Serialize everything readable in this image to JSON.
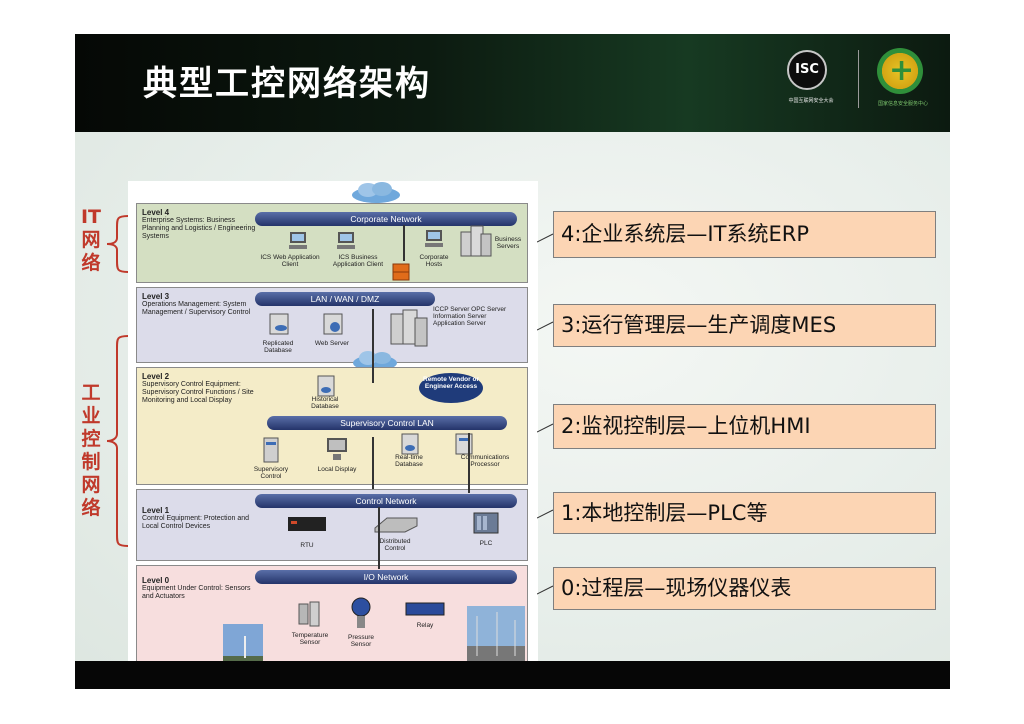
{
  "slide": {
    "title": "典型工控网络架构",
    "logos": [
      {
        "name": "ISC",
        "caption": "中国互联网安全大会"
      },
      {
        "name": "green-emblem",
        "caption": "国家信息安全服务中心"
      }
    ]
  },
  "side_labels": {
    "it": "IT网络",
    "ics": "工业控制网络"
  },
  "diagram": {
    "levels": [
      {
        "title": "Level 4",
        "description": "Enterprise Systems: Business Planning and Logistics / Engineering Systems",
        "network": "Corporate Network",
        "nodes": [
          "ICS Web Application Client",
          "ICS Business Application Client",
          "Corporate Hosts",
          "Business Servers"
        ]
      },
      {
        "title": "Level 3",
        "description": "Operations Management: System Management / Supervisory Control",
        "network": "LAN / WAN / DMZ",
        "nodes": [
          "Replicated Database",
          "Web Server",
          "ICCP Server OPC Server Information Server Application Server"
        ]
      },
      {
        "title": "Level 2",
        "description": "Supervisory Control Equipment: Supervisory Control Functions / Site Monitoring and Local Display",
        "network": "Supervisory Control LAN",
        "nodes": [
          "Historical Database",
          "Remote Vendor or Engineer Access",
          "Supervisory Control",
          "Local Display",
          "Real-time Database",
          "Communications Processor"
        ]
      },
      {
        "title": "Level 1",
        "description": "Control Equipment: Protection and Local Control Devices",
        "network": "Control Network",
        "nodes": [
          "RTU",
          "Distributed Control",
          "PLC"
        ]
      },
      {
        "title": "Level 0",
        "description": "Equipment Under Control: Sensors and Actuators",
        "network": "I/O Network",
        "nodes": [
          "Temperature Sensor",
          "Pressure Sensor",
          "Relay"
        ]
      }
    ]
  },
  "layers": [
    {
      "label": "4:企业系统层—IT系统ERP"
    },
    {
      "label": "3:运行管理层—生产调度MES"
    },
    {
      "label": "2:监视控制层—上位机HMI"
    },
    {
      "label": "1:本地控制层—PLC等"
    },
    {
      "label": "0:过程层—现场仪器仪表"
    }
  ],
  "colors": {
    "header_bg": "#0c1a10",
    "layer_box": "#fcd5b4",
    "side_label": "#c0392b",
    "network_bar": "#2a3a70"
  }
}
